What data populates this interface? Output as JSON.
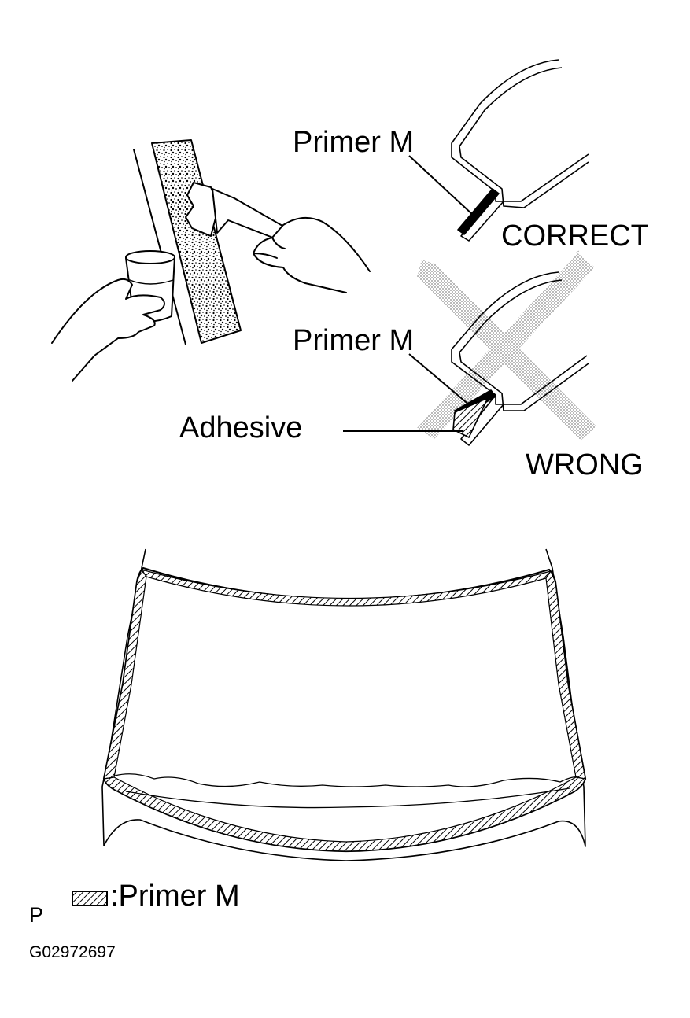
{
  "labels": {
    "primer_top": "Primer M",
    "correct": "CORRECT",
    "primer_mid": "Primer M",
    "adhesive": "Adhesive",
    "wrong": "WRONG"
  },
  "legend": {
    "text": ":Primer M",
    "page_letter": "P",
    "figure_code": "G02972697"
  },
  "colors": {
    "ink": "#000000",
    "paper": "#ffffff",
    "wrong_mark": "#b0b0b0"
  }
}
